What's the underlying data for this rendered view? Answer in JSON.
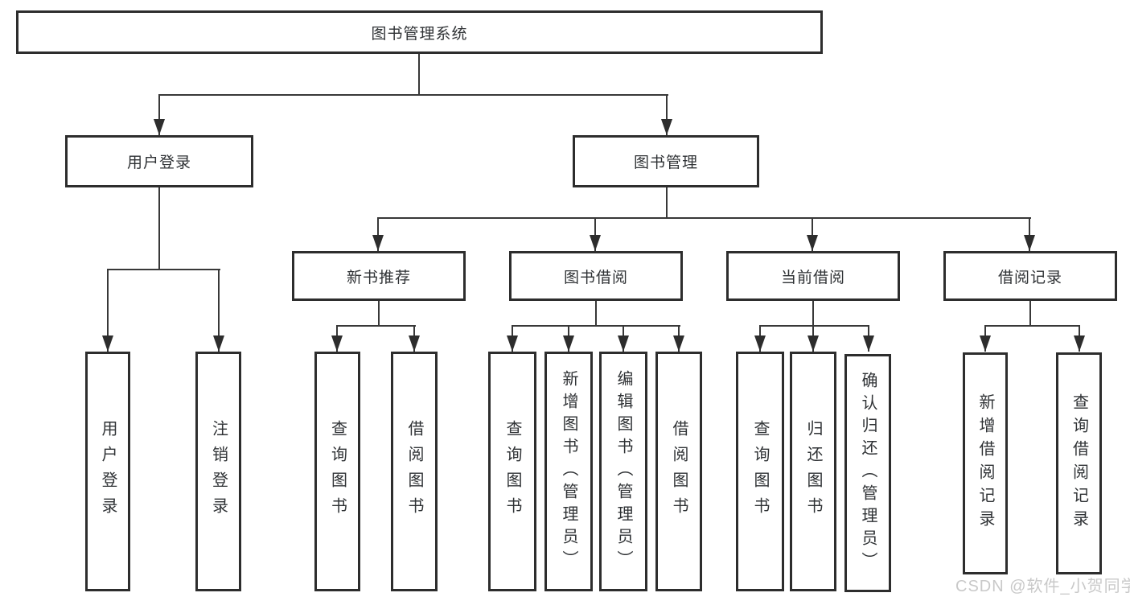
{
  "diagram": {
    "root": "图书管理系统",
    "level2": {
      "user_login": "用户登录",
      "book_mgmt": "图书管理"
    },
    "level3": {
      "recommend": "新书推荐",
      "borrow": "图书借阅",
      "current": "当前借阅",
      "records": "借阅记录"
    },
    "leaves": {
      "login": "用户登录",
      "logout": "注销登录",
      "rb_query": "查询图书",
      "rb_borrow": "借阅图书",
      "bw_query": "查询图书",
      "bw_add": "新增图书（管理员）",
      "bw_edit": "编辑图书（管理员）",
      "bw_borrow": "借阅图书",
      "cu_query": "查询图书",
      "cu_return": "归还图书",
      "cu_confirm": "确认归还（管理员）",
      "re_add": "新增借阅记录",
      "re_query": "查询借阅记录"
    }
  },
  "watermark": "CSDN @软件_小贺同学",
  "colors": {
    "line": "#383838",
    "border": "#2d2d2d",
    "text": "#2f3235",
    "watermark": "#c9c9c9",
    "background": "#ffffff"
  }
}
